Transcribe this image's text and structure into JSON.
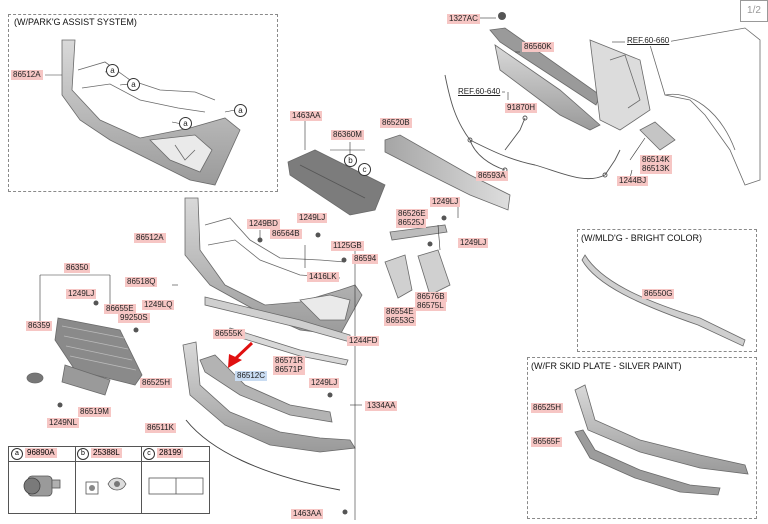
{
  "page_indicator": "1/2",
  "boxes": {
    "parking": "(W/PARK'G ASSIST SYSTEM)",
    "molding": "(W/MLD'G - BRIGHT COLOR)",
    "skid": "(W/FR SKID PLATE - SILVER PAINT)"
  },
  "refs": {
    "r1": "REF.60-660",
    "r2": "REF.60-640"
  },
  "labels": {
    "l1327AC": "1327AC",
    "l86560K": "86560K",
    "l86512A_top": "86512A",
    "l1463AA_top": "1463AA",
    "l86360M": "86360M",
    "l86520B": "86520B",
    "l91870H": "91870H",
    "l86514K": "86514K",
    "l86513K": "86513K",
    "l1244BJ": "1244BJ",
    "l86593A": "86593A",
    "l1249LJ_a": "1249LJ",
    "l86526E": "86526E",
    "l86525J": "86525J",
    "l1249LJ_b": "1249LJ",
    "l1249BD": "1249BD",
    "l1249LJ_c": "1249LJ",
    "l86564B": "86564B",
    "l86512A_mid": "86512A",
    "l1125GB": "1125GB",
    "l86594": "86594",
    "l86350": "86350",
    "l86518Q": "86518Q",
    "l1416LK": "1416LK",
    "l1249LJ_d": "1249LJ",
    "l86655E": "86655E",
    "l1249LQ": "1249LQ",
    "l99250S": "99250S",
    "l86576B": "86576B",
    "l86575L": "86575L",
    "l86554E": "86554E",
    "l86553G": "86553G",
    "l86359": "86359",
    "l86555K": "86555K",
    "l1244FD": "1244FD",
    "l86571R": "86571R",
    "l86571P": "86571P",
    "l86512C": "86512C",
    "l86525H_mid": "86525H",
    "l1249LJ_e": "1249LJ",
    "l86519M": "86519M",
    "l1334AA": "1334AA",
    "l1249NL": "1249NL",
    "l86511K": "86511K",
    "l86550G": "86550G",
    "l86525H_skid": "86525H",
    "l86565F": "86565F",
    "l1463AA_bot": "1463AA"
  },
  "callouts": {
    "a": "a",
    "b": "b",
    "c": "c"
  },
  "legend": [
    {
      "letter": "a",
      "code": "96890A"
    },
    {
      "letter": "b",
      "code": "25388L"
    },
    {
      "letter": "c",
      "code": "28199"
    }
  ],
  "colors": {
    "label_bg": "#f6c6c4",
    "selected_bg": "#c9dcf2",
    "arrow": "#e01010",
    "part_fill": "#c8c8c8",
    "part_stroke": "#6a6a6a"
  }
}
